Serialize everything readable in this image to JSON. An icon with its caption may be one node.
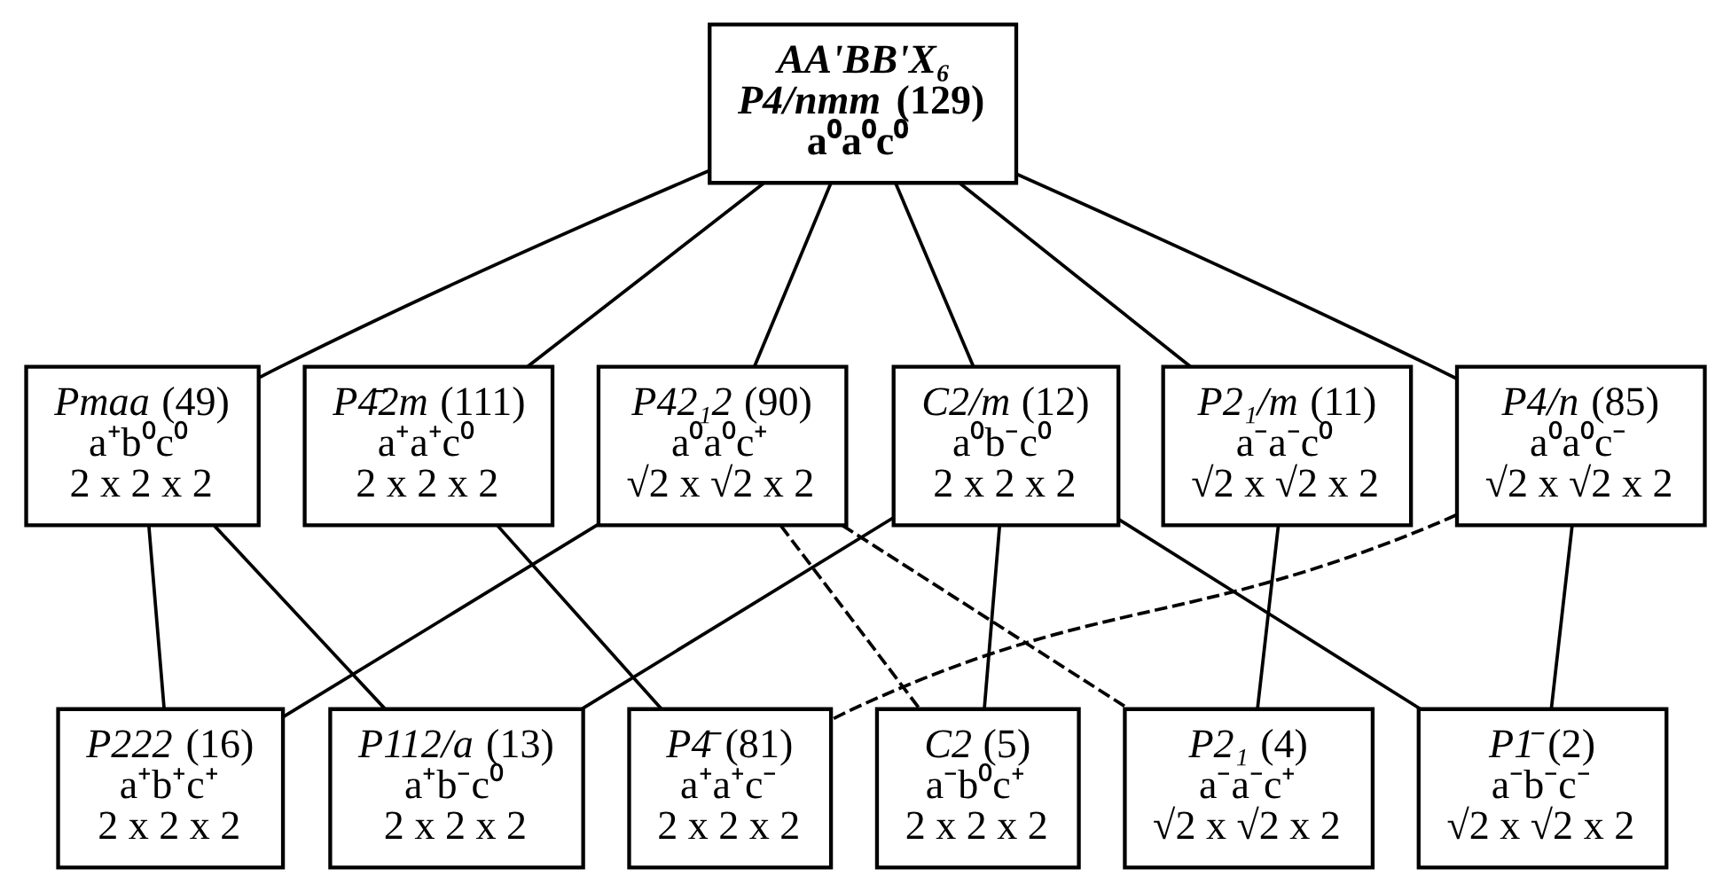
{
  "diagram": {
    "nodes": [
      {
        "text": [
          "*AA'BB'X₆*",
          "*P4/nmm* (129)",
          "a⁰a⁰c⁰"
        ]
      },
      {
        "text": [
          "*Pmaa* (49)",
          "a⁺b⁰c⁰",
          "2 x 2 x 2"
        ]
      },
      {
        "text": [
          "*P4̄2m* (111)",
          "a⁺a⁺c⁰",
          "2 x 2 x 2"
        ]
      },
      {
        "text": [
          "*P42₁2* (90)",
          "a⁰a⁰c⁺",
          "√2 x √2 x 2"
        ]
      },
      {
        "text": [
          "*C2/m* (12)",
          "a⁰b⁻c⁰",
          "2 x 2 x 2"
        ]
      },
      {
        "text": [
          "*P2₁/m* (11)",
          "a⁻a⁻c⁰",
          "√2 x √2 x 2"
        ]
      },
      {
        "text": [
          "*P4/n* (85)",
          "a⁰a⁰c⁻",
          "√2 x √2 x 2"
        ]
      },
      {
        "text": [
          "*P222* (16)",
          "a⁺b⁺c⁺",
          "2 x 2 x 2"
        ]
      },
      {
        "text": [
          "*P112/a* (13)",
          "a⁺b⁻c⁰",
          "2 x 2 x 2"
        ]
      },
      {
        "text": [
          "*P4̄* (81)",
          "a⁺a⁺c⁻",
          "2 x 2 x 2"
        ]
      },
      {
        "text": [
          "*C2* (5)",
          "a⁻b⁰c⁺",
          "2 x 2 x 2"
        ]
      },
      {
        "text": [
          "*P2₁* (4)",
          "a⁻a⁻c⁺",
          "√2 x √2 x 2"
        ]
      },
      {
        "text": [
          "*P1̄* (2)",
          "a⁻b⁻c⁻",
          "√2 x √2 x 2"
        ]
      }
    ],
    "edges": [
      {
        "from": 0,
        "to": 1,
        "arrow": "none"
      },
      {
        "from": 0,
        "to": 2,
        "arrow": "none"
      },
      {
        "from": 0,
        "to": 3,
        "arrow": "none"
      },
      {
        "from": 0,
        "to": 4,
        "arrow": "none"
      },
      {
        "from": 0,
        "to": 5,
        "arrow": "none"
      },
      {
        "from": 0,
        "to": 6,
        "arrow": "none"
      },
      {
        "from": 1,
        "to": 7,
        "arrow": "none"
      },
      {
        "from": 1,
        "to": 8,
        "arrow": "none"
      },
      {
        "from": 2,
        "to": 9,
        "arrow": "none"
      },
      {
        "from": 3,
        "to": 7,
        "arrow": "none"
      },
      {
        "from": 3,
        "to": 10,
        "arrow": "none",
        "style": "dashed"
      },
      {
        "from": 3,
        "to": 11,
        "arrow": "none",
        "style": "dashed"
      },
      {
        "from": 4,
        "to": 8,
        "arrow": "none"
      },
      {
        "from": 4,
        "to": 10,
        "arrow": "none"
      },
      {
        "from": 4,
        "to": 12,
        "arrow": "none"
      },
      {
        "from": 5,
        "to": 11,
        "arrow": "none"
      },
      {
        "from": 6,
        "to": 9,
        "arrow": "none",
        "style": "dashed"
      },
      {
        "from": 6,
        "to": 12,
        "arrow": "none"
      }
    ]
  }
}
